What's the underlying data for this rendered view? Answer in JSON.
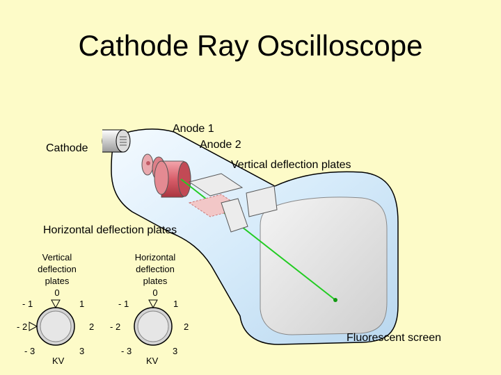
{
  "title": "Cathode Ray Oscilloscope",
  "labels": {
    "cathode": "Cathode",
    "anode1": "Anode 1",
    "anode2": "Anode 2",
    "vertical_plates": "Vertical deflection plates",
    "horizontal_plates": "Horizontal deflection plates",
    "screen": "Fluorescent screen"
  },
  "dials": [
    {
      "caption_lines": [
        "Vertical",
        "deflection",
        "plates"
      ],
      "zero": "0",
      "pos1": "1",
      "pos2": "2",
      "pos3": "3",
      "neg1": "- 1",
      "neg2": "- 2",
      "neg3": "- 3",
      "unit": "KV"
    },
    {
      "caption_lines": [
        "Horizontal",
        "deflection",
        "plates"
      ],
      "zero": "0",
      "pos1": "1",
      "pos2": "2",
      "pos3": "3",
      "neg1": "- 1",
      "neg2": "- 2",
      "neg3": "- 3",
      "unit": "KV"
    }
  ],
  "colors": {
    "background": "#fdfbc8",
    "tube_glass": "#cfe6f7",
    "screen": "#e4e4e4",
    "anode": "#d9707a",
    "beam": "#22cc22"
  }
}
